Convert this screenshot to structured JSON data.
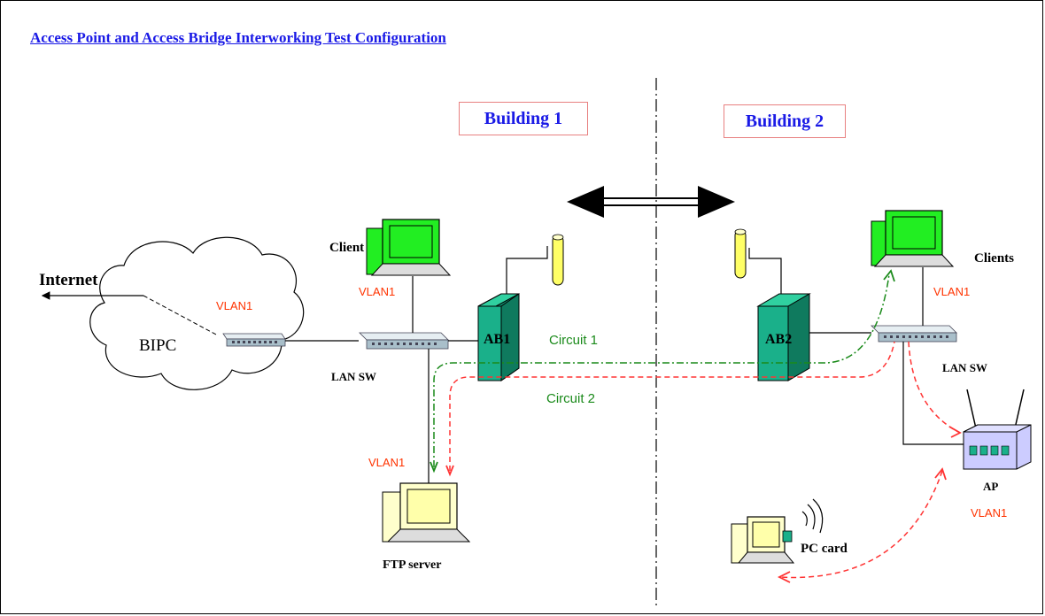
{
  "title": "Access Point and Access Bridge Interworking Test Configuration",
  "buildings": {
    "b1": "Building 1",
    "b2": "Building 2"
  },
  "labels": {
    "internet": "Internet",
    "bipc": "BIPC",
    "vlan_cloud": "VLAN1",
    "client": "Client",
    "vlan_client": "VLAN1",
    "lan_sw_left": "LAN SW",
    "ab1": "AB1",
    "circuit1": "Circuit 1",
    "circuit2": "Circuit 2",
    "vlan_ftp": "VLAN1",
    "ftp_server": "FTP server",
    "ab2": "AB2",
    "clients": "Clients",
    "vlan_clients": "VLAN1",
    "lan_sw_right": "LAN SW",
    "ap": "AP",
    "vlan_ap": "VLAN1",
    "pc_card": "PC card"
  },
  "colors": {
    "title": "#1a1ae6",
    "vlan": "#ff3300",
    "circuit1": "#1a8a1a",
    "circuit2": "#ff3333",
    "monitor_screen": "#22ee22",
    "ftp_screen": "#ffffaa",
    "bridge_body": "#1ab08a",
    "antenna": "#ffff66",
    "ap_body": "#ccccff"
  }
}
